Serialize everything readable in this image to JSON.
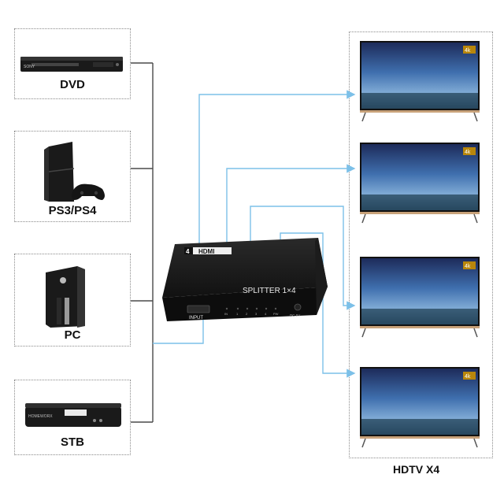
{
  "sources": [
    {
      "label": "DVD"
    },
    {
      "label": "PS3/PS4"
    },
    {
      "label": "PC"
    },
    {
      "label": "STB"
    }
  ],
  "splitter": {
    "brand": "HDMI",
    "badge": "4",
    "model": "SPLITTER 1×4",
    "input_label": "INPUT",
    "port_labels": [
      "IN",
      "1",
      "2",
      "3",
      "4",
      "PW"
    ],
    "power_label": "DC 5V"
  },
  "tv_group": {
    "label": "HDTV X4",
    "badge": "4k",
    "count": 4
  },
  "device_text": {
    "dvd_brand": "SONY",
    "stb_brand": "HOMEWORX"
  },
  "colors": {
    "connector_dark": "#4a4a4a",
    "connector_blue": "#7cc0e8",
    "tv_frame": "#c8a27a"
  }
}
